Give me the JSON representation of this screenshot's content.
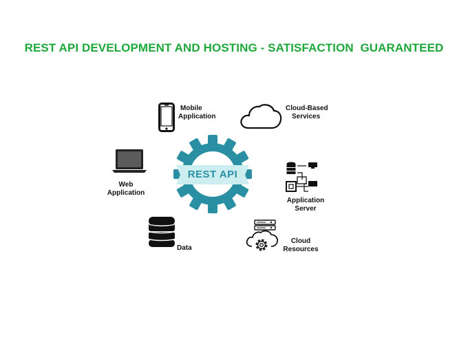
{
  "headline": "REST API DEVELOPMENT AND HOSTING - SATISFACTION  GUARANTEED",
  "center": {
    "label": "REST API"
  },
  "nodes": {
    "mobile": {
      "line1": "Mobile",
      "line2": "Application",
      "icon": "smartphone-icon"
    },
    "cloud_services": {
      "line1": "Cloud-Based",
      "line2": "Services",
      "icon": "cloud-icon"
    },
    "web": {
      "line1": "Web",
      "line2": "Application",
      "icon": "laptop-icon"
    },
    "app_server": {
      "line1": "Application",
      "line2": "Server",
      "icon": "server-icon"
    },
    "data": {
      "line1": "Data",
      "icon": "database-icon"
    },
    "cloud_resources": {
      "line1": "Cloud",
      "line2": "Resources",
      "icon": "cloud-gear-icon"
    }
  },
  "colors": {
    "headline": "#1ea83c",
    "gear": "#2a8fa3",
    "ribbon": "#cdeef1",
    "ribbon_text": "#2a8fa3",
    "ink": "#111111"
  }
}
